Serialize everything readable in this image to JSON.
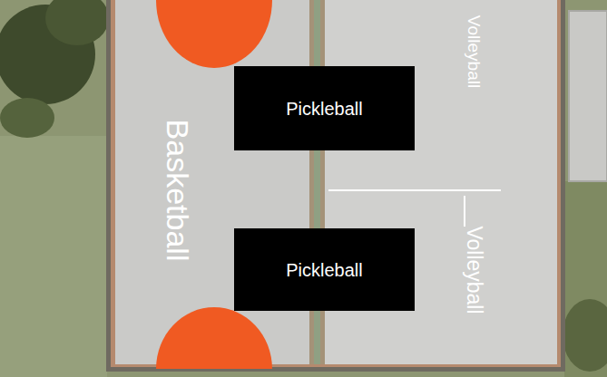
{
  "diagram": {
    "nodes": [
      {
        "text": [
          "Pickleball"
        ]
      },
      {
        "text": [
          "Pickleball"
        ]
      }
    ],
    "labels": [
      "Basketball",
      "Volleyball",
      "Volleyball"
    ]
  }
}
